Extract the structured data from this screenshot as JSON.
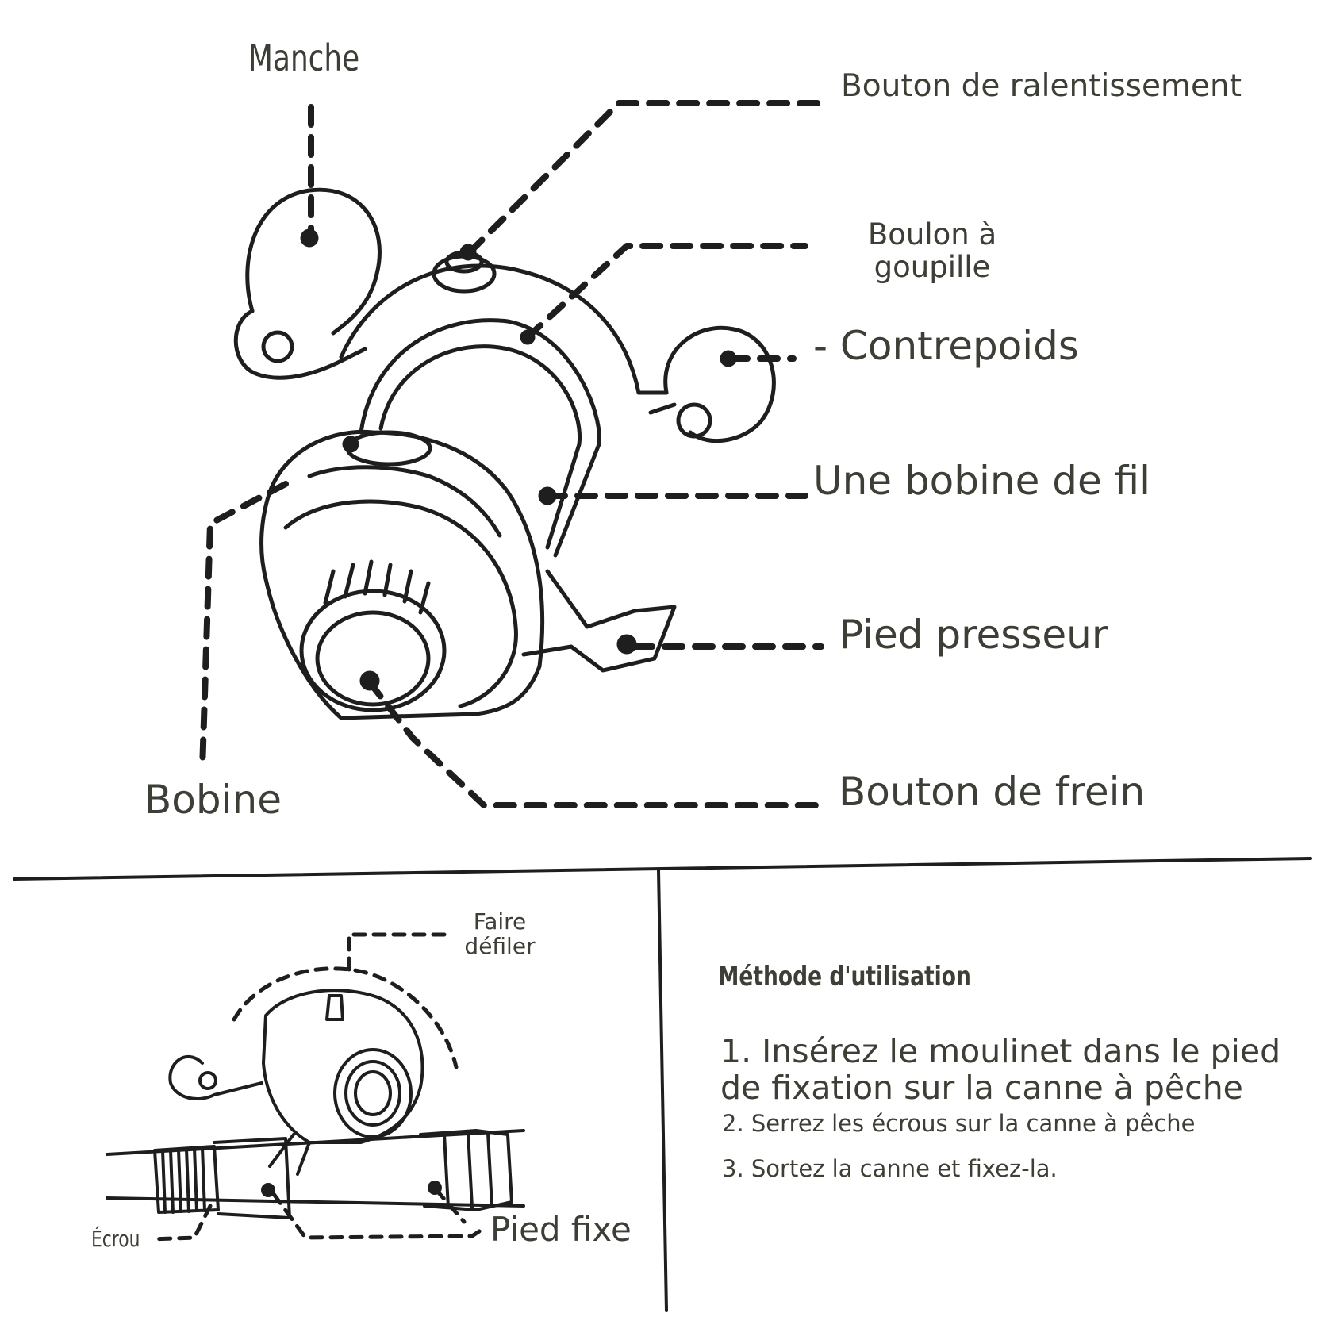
{
  "top_diagram": {
    "labels": {
      "manche": "Manche",
      "bouton_ralentissement": "Bouton de ralentissement",
      "boulon_goupille": "Boulon à goupille",
      "contrepoids": "- Contrepoids",
      "bobine_fil": "Une bobine de fil",
      "pied_presseur": "Pied presseur",
      "bouton_frein": "Bouton de frein",
      "bobine": "Bobine"
    }
  },
  "bottom_diagram": {
    "labels": {
      "faire_defiler": "Faire défiler",
      "ecrou": "Écrou",
      "pied_fixe": "Pied fixe"
    }
  },
  "instructions": {
    "title": "Méthode d'utilisation",
    "steps": [
      "1. Insérez le moulinet dans le pied de fixation sur la canne à pêche",
      "2. Serrez les écrous sur la canne à pêche",
      "3. Sortez la canne et fixez-la."
    ]
  },
  "colors": {
    "ink": "#1e1e1e",
    "text": "#3b3f35",
    "background": "#ffffff"
  }
}
